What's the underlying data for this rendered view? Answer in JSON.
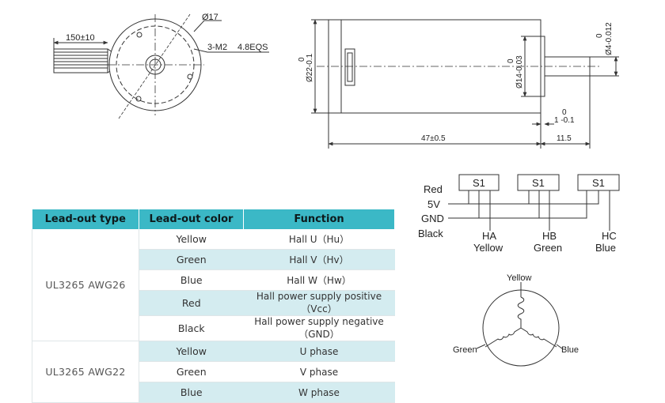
{
  "front_view": {
    "dim_diameter": "Ø17",
    "dim_cable_length": "150±10",
    "dim_screws": "3-M2",
    "dim_screws_depth": "4.8EQS"
  },
  "side_view": {
    "dim_body_tol_upper": "0",
    "dim_body_tol_lower": "Ø22-0.1",
    "dim_pilot_tol_upper": "0",
    "dim_pilot_tol_lower": "Ø14-0.03",
    "dim_shaft_tol_upper": "0",
    "dim_shaft_tol_lower": "Ø4-0.012",
    "dim_step_tol_upper": "0",
    "dim_step_tol_lower": "1 -0.1",
    "dim_body_length": "47±0.5",
    "dim_shaft_length": "11.5"
  },
  "hall_circuit": {
    "labels": [
      "Red",
      "5V",
      "GND",
      "Black"
    ],
    "sensors": [
      {
        "box": "S1",
        "name": "HA",
        "color": "Yellow"
      },
      {
        "box": "S1",
        "name": "HB",
        "color": "Green"
      },
      {
        "box": "S1",
        "name": "HC",
        "color": "Blue"
      }
    ]
  },
  "winding": {
    "top": "Yellow",
    "left": "Green",
    "right": "Blue"
  },
  "table": {
    "headers": [
      "Lead-out type",
      "Lead-out color",
      "Function"
    ],
    "groups": [
      {
        "type": "UL3265  AWG26",
        "rows": [
          {
            "color": "Yellow",
            "function": "Hall U（Hu）"
          },
          {
            "color": "Green",
            "function": "Hall V（Hv）"
          },
          {
            "color": "Blue",
            "function": "Hall W（Hw）"
          },
          {
            "color": "Red",
            "function": "Hall power supply positive（Vcc）"
          },
          {
            "color": "Black",
            "function": "Hall power supply negative（GND）"
          }
        ]
      },
      {
        "type": "UL3265  AWG22",
        "rows": [
          {
            "color": "Yellow",
            "function": "U phase"
          },
          {
            "color": "Green",
            "function": "V phase"
          },
          {
            "color": "Blue",
            "function": "W phase"
          }
        ]
      }
    ]
  },
  "colors": {
    "header_bg": "#3bb8c6",
    "row_alt_bg": "#d4ecf0",
    "line": "#333333"
  }
}
